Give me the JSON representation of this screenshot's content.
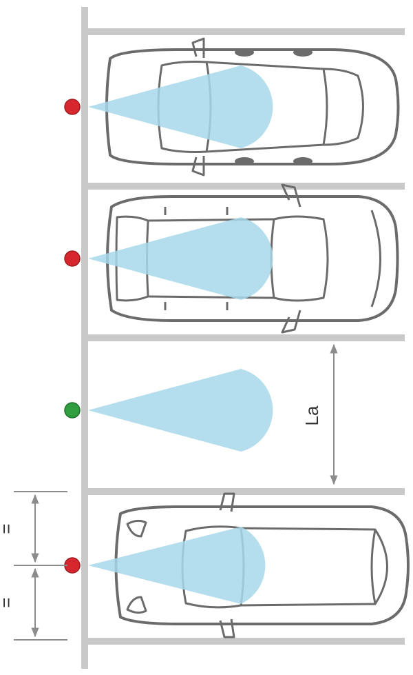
{
  "colors": {
    "structure": "#c9c9c9",
    "car_outline": "#6b6b6b",
    "sensor_cone": "#a7d8ea",
    "occupied": "#d6272e",
    "free": "#2e9e3f",
    "dimension": "#8c8c8c"
  },
  "spaces": [
    {
      "name": "space-1",
      "status": "occupied",
      "car": "car-top-view"
    },
    {
      "name": "space-2",
      "status": "occupied",
      "car": "car-top-view"
    },
    {
      "name": "space-3",
      "status": "free",
      "car": ""
    },
    {
      "name": "space-4",
      "status": "occupied",
      "car": "car-top-view"
    }
  ],
  "dimensions": {
    "space_width_label": "La",
    "equal_top_label": "=",
    "equal_bottom_label": "="
  }
}
